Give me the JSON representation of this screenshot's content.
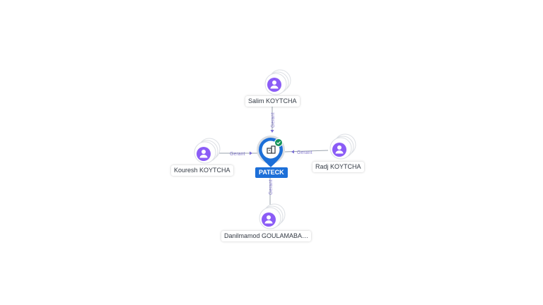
{
  "center": {
    "name": "PATECK",
    "status_icon": "check-icon",
    "type_icon": "building-icon",
    "colors": {
      "primary": "#1c6fd8",
      "status": "#14935a"
    }
  },
  "relations": [
    {
      "name": "Salim KOYTCHA",
      "role": "Gerant",
      "direction": "top"
    },
    {
      "name": "Kouresh KOYTCHA",
      "role": "Gerant",
      "direction": "left"
    },
    {
      "name": "Radj KOYTCHA",
      "role": "Gerant",
      "direction": "right"
    },
    {
      "name": "Danilmamod GOULAMABA…",
      "role": "Gerant",
      "direction": "bottom"
    }
  ],
  "colors": {
    "person": "#8b5cf6",
    "edge_label": "#8a7fd0"
  }
}
